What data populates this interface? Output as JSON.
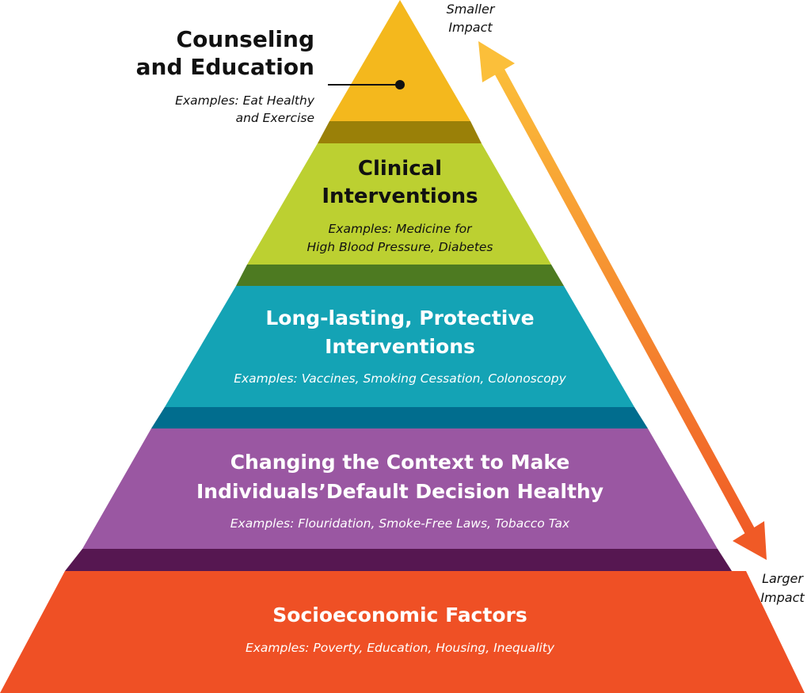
{
  "colors": {
    "counseling": "#f4b81d",
    "counseling_side": "#9a8008",
    "clinical": "#bcd031",
    "clinical_side": "#4d7a21",
    "long_lasting": "#14a3b5",
    "long_lasting_side": "#016d8e",
    "context": "#9a57a2",
    "context_side": "#561751",
    "socioeconomic": "#ef5025",
    "arrow_top": "#fbbf3a",
    "arrow_bottom": "#f05a26"
  },
  "tiers": {
    "counseling": {
      "title_line1": "Counseling",
      "title_line2": "and Education",
      "examples_line1": "Examples: Eat Healthy",
      "examples_line2": "and Exercise"
    },
    "clinical": {
      "title_line1": "Clinical",
      "title_line2": "Interventions",
      "examples_line1": "Examples: Medicine for",
      "examples_line2": "High Blood Pressure, Diabetes"
    },
    "long_lasting": {
      "title_line1": "Long-lasting, Protective",
      "title_line2": "Interventions",
      "examples": "Examples: Vaccines, Smoking Cessation, Colonoscopy"
    },
    "context": {
      "title_line1": "Changing the Context to Make",
      "title_line2": "Individuals’Default Decision Healthy",
      "examples": "Examples: Flouridation, Smoke-Free Laws, Tobacco Tax"
    },
    "socioeconomic": {
      "title": "Socioeconomic Factors",
      "examples": "Examples: Poverty, Education, Housing, Inequality"
    }
  },
  "impact_arrow": {
    "top_line1": "Smaller",
    "top_line2": "Impact",
    "bottom_line1": "Larger",
    "bottom_line2": "Impact"
  }
}
